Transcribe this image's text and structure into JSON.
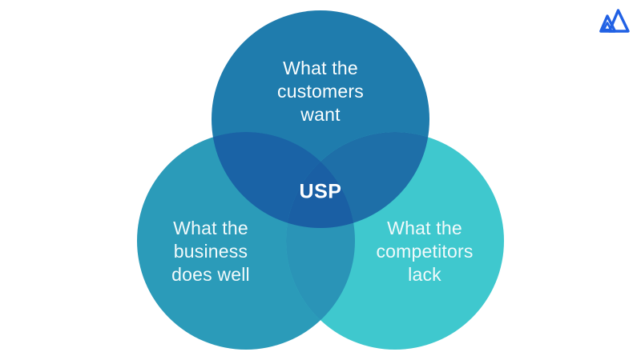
{
  "logo": {
    "icon": "mountain-peaks-icon",
    "color": "#2161E4"
  },
  "diagram": {
    "type": "venn",
    "center_label": "USP",
    "labels": {
      "top": {
        "text": "What the customers want",
        "lines": [
          "What the",
          "customers",
          "want"
        ]
      },
      "left": {
        "text": "What the business does well",
        "lines": [
          "What the",
          "business",
          "does well"
        ]
      },
      "right": {
        "text": "What the competitors lack",
        "lines": [
          "What the",
          "competitors",
          "lack"
        ]
      }
    },
    "regions": {
      "top": "#1F7CAD",
      "left": "#2B9BB9",
      "right": "#3FC8CE",
      "top_left": "#1A63A6",
      "top_right": "#1E6FA8",
      "left_right": "#2A94B7",
      "center": "#1A5FA4"
    },
    "text_color": "#F2FAFB"
  }
}
